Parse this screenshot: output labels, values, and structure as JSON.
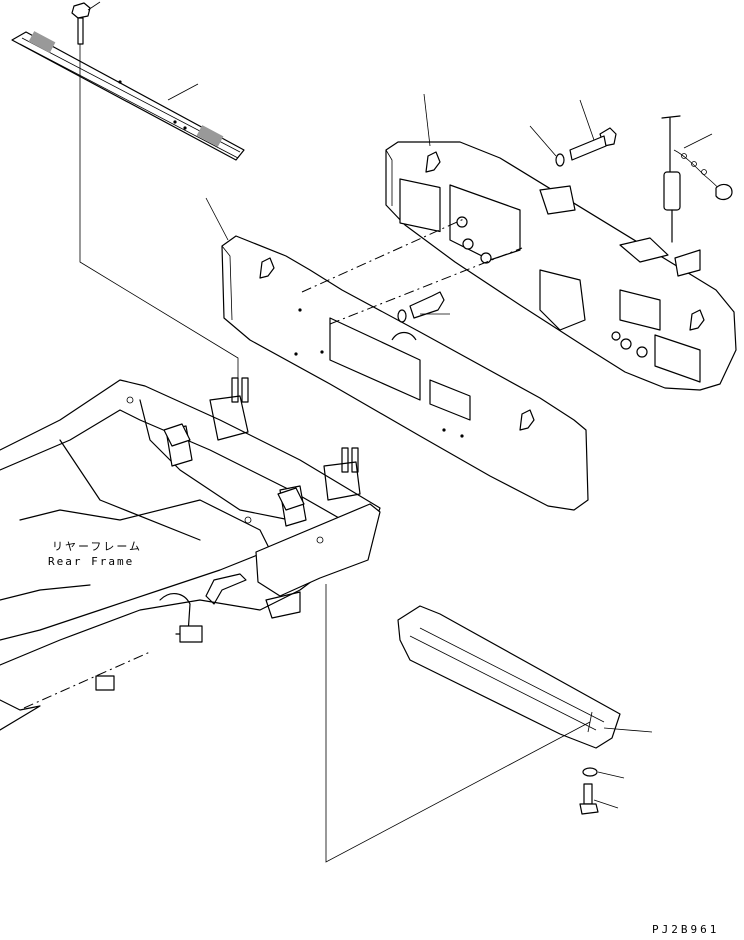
{
  "figure": {
    "rear_frame_label_jp": "リヤーフレーム",
    "rear_frame_label_en": "Rear Frame",
    "drawing_code": "PJ2B961"
  }
}
